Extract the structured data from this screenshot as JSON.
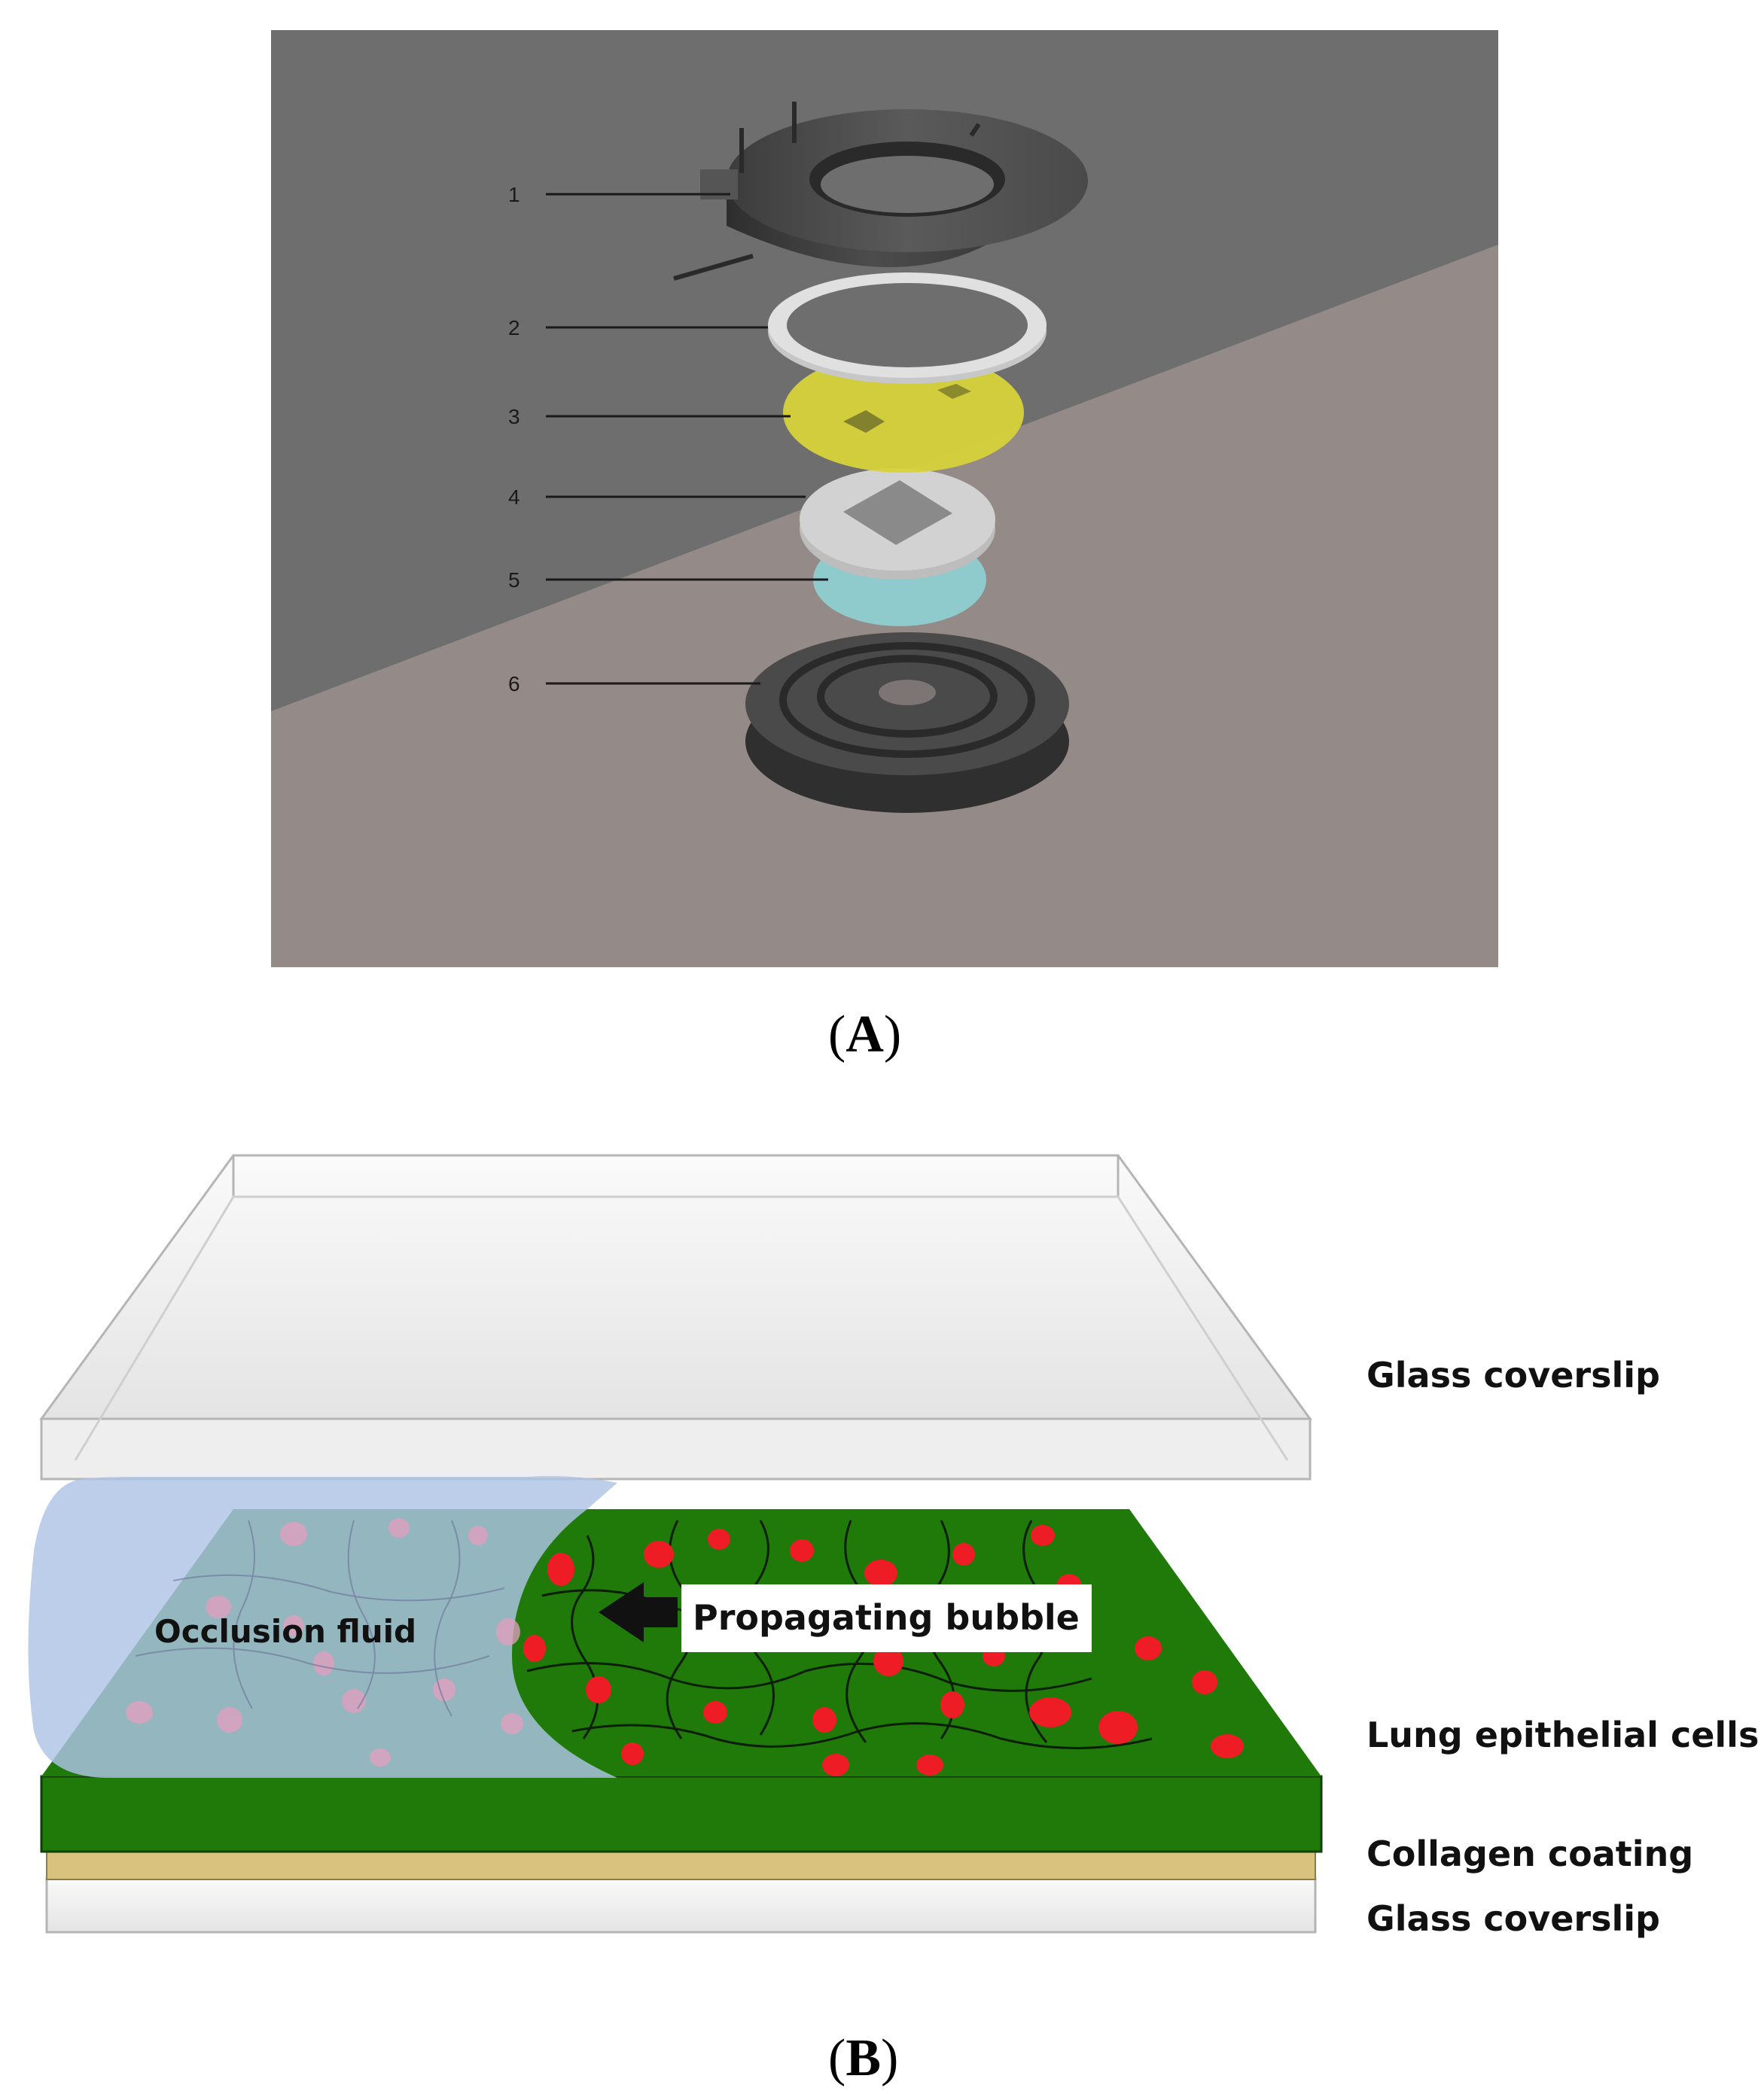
{
  "panel_a": {
    "label": "A",
    "parts": [
      {
        "number": "1",
        "name": "top clamp ring"
      },
      {
        "number": "2",
        "name": "white ring"
      },
      {
        "number": "3",
        "name": "yellow membrane"
      },
      {
        "number": "4",
        "name": "square-window ring"
      },
      {
        "number": "5",
        "name": "blue coverslip"
      },
      {
        "number": "6",
        "name": "base holder"
      }
    ],
    "colors": {
      "background_top": "#6e6e6e",
      "background_bottom": "#948a88",
      "ring": "#4a4a4a",
      "membrane": "#d6d23a",
      "coverslip": "#8ecfd2"
    }
  },
  "panel_b": {
    "label": "B",
    "layers": {
      "glass_top": "Glass coverslip",
      "cells": "Lung epithelial cells",
      "collagen": "Collagen coating",
      "glass_bottom": "Glass coverslip"
    },
    "occlusion_fluid": "Occlusion fluid",
    "bubble": "Propagating bubble",
    "colors": {
      "cells": "#1f7a0a",
      "nuclei": "#ee1c25",
      "fluid": "#aec3e6",
      "collagen": "#d9c27e",
      "glass": "#f0f0f0"
    }
  }
}
